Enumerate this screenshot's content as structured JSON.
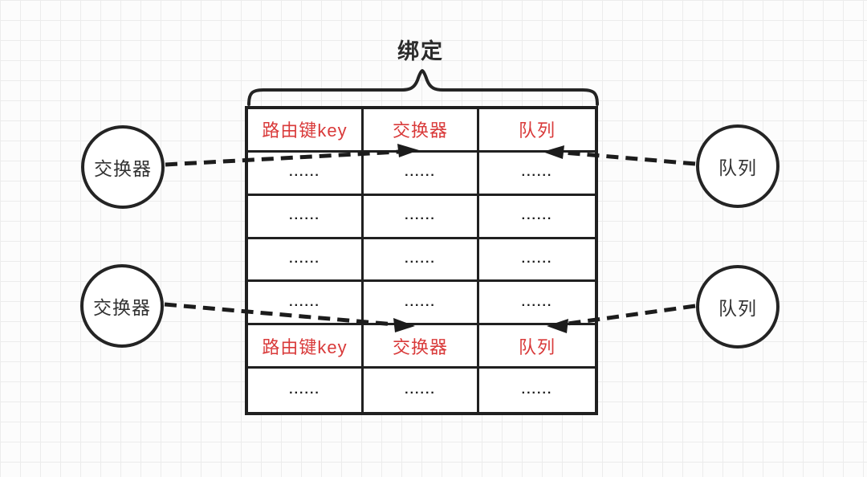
{
  "title": "绑定",
  "table": {
    "rows": [
      {
        "type": "header",
        "cells": [
          "路由键key",
          "交换器",
          "队列"
        ]
      },
      {
        "type": "data",
        "cells": [
          "......",
          "......",
          "......"
        ]
      },
      {
        "type": "data",
        "cells": [
          "......",
          "......",
          "......"
        ]
      },
      {
        "type": "data",
        "cells": [
          "......",
          "......",
          "......"
        ]
      },
      {
        "type": "data",
        "cells": [
          "......",
          "......",
          "......"
        ]
      },
      {
        "type": "header",
        "cells": [
          "路由键key",
          "交换器",
          "队列"
        ]
      },
      {
        "type": "data",
        "cells": [
          "......",
          "......",
          "......"
        ]
      }
    ]
  },
  "nodes": {
    "left": [
      {
        "label": "交换器"
      },
      {
        "label": "交换器"
      }
    ],
    "right": [
      {
        "label": "队列"
      },
      {
        "label": "队列"
      }
    ]
  },
  "connections": [
    {
      "from": "exchange-node-1",
      "to": "table-exchange-column-row-2",
      "direction": "right"
    },
    {
      "from": "queue-node-1",
      "to": "table-queue-column-row-2",
      "direction": "left"
    },
    {
      "from": "exchange-node-2",
      "to": "table-exchange-column-row-6",
      "direction": "right"
    },
    {
      "from": "queue-node-2",
      "to": "table-queue-column-row-6",
      "direction": "left"
    }
  ],
  "colors": {
    "header_red": "#d93a3a",
    "stroke_dark": "#202020",
    "grid_line": "#ececec",
    "background": "#fcfcfc"
  }
}
